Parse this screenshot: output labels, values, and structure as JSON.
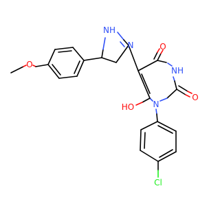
{
  "atoms": {
    "nh_pyrazoline": "NH",
    "n_pyrazoline": "N",
    "o_methoxy": "O",
    "o_top": "O",
    "nh_ring": "NH",
    "o_right": "O",
    "n_ring": "N",
    "ho": "HO",
    "cl": "Cl"
  },
  "colors": {
    "nitrogen": "#3050F8",
    "oxygen": "#FF0D0D",
    "chlorine": "#1FF01F",
    "carbon": "#000000",
    "background": "#ffffff"
  }
}
